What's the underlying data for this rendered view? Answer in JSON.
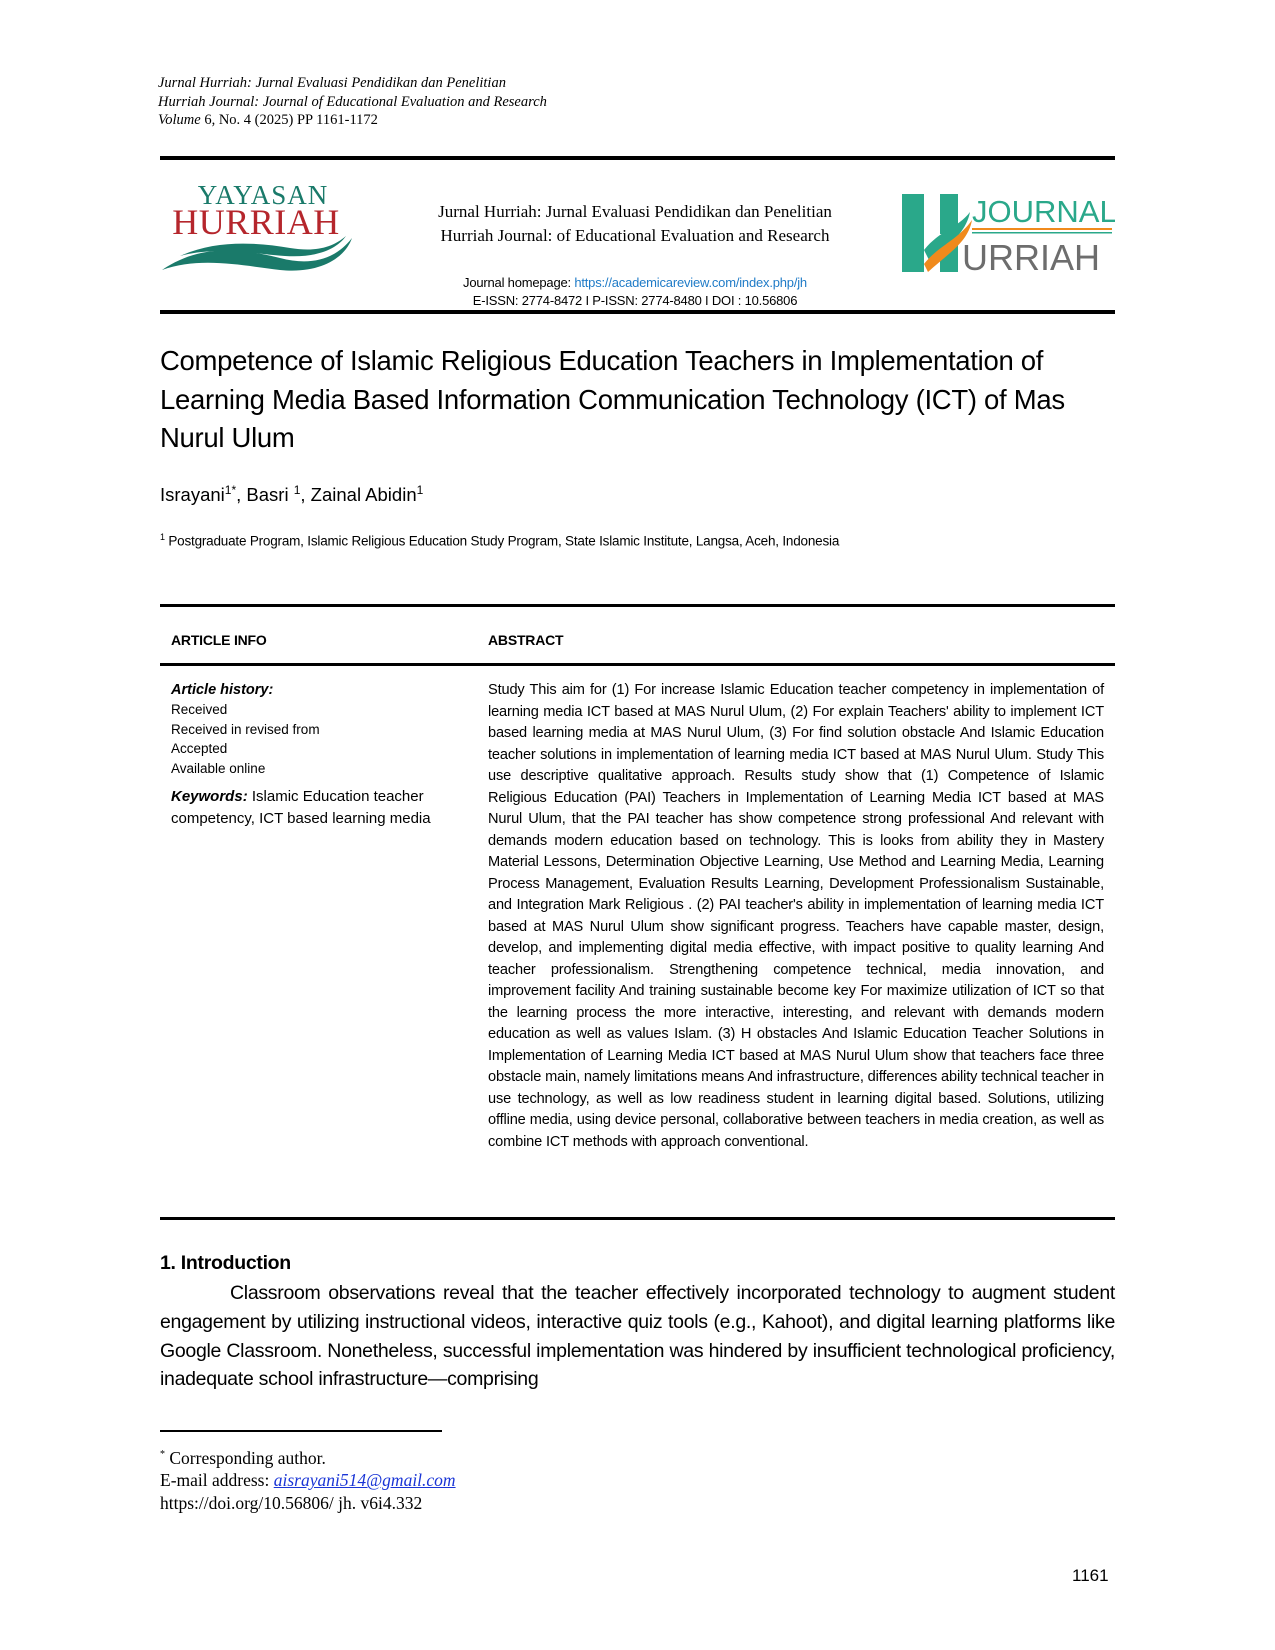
{
  "running_head": {
    "line1": "Jurnal Hurriah: Jurnal Evaluasi Pendidikan dan Penelitian",
    "line2": "Hurriah Journal: Journal of Educational Evaluation and Research",
    "line3_italic": "Volume",
    "line3_rest": " 6, No. 4 (2025) PP 1161-1172"
  },
  "masthead": {
    "left_logo": {
      "top": "YAYASAN",
      "bottom": "HURRIAH",
      "top_color": "#1a7a6a",
      "bottom_color": "#b5262c",
      "wave_color": "#1a7a6a"
    },
    "right_logo": {
      "top": "JOURNAL",
      "bottom": "URRIAH",
      "h_color": "#2aa88a",
      "accent_orange": "#f08a1c",
      "text_gray": "#6d6d6d"
    },
    "journal_name_id": "Jurnal Hurriah: Jurnal Evaluasi Pendidikan dan Penelitian",
    "journal_name_en": "Hurriah Journal: of Educational Evaluation and Research",
    "homepage_label": "Journal homepage: ",
    "homepage_url": "https://academicareview.com/index.php/jh",
    "issn_line": "E-ISSN: 2774-8472 I P-ISSN: 2774-8480 I DOI : 10.56806"
  },
  "article": {
    "title": "Competence of Islamic Religious Education Teachers in Implementation of Learning Media Based Information Communication Technology (ICT) of Mas Nurul Ulum",
    "authors": [
      {
        "name": "Israyani",
        "sup": "1*"
      },
      {
        "name": "Basri ",
        "sup": "1"
      },
      {
        "name": "Zainal Abidin",
        "sup": "1"
      }
    ],
    "affiliation_sup": "1",
    "affiliation": " Postgraduate Program,  Islamic Religious Education Study Program, State Islamic Institute, Langsa, Aceh, Indonesia"
  },
  "info": {
    "article_info_heading": "ARTICLE INFO",
    "abstract_heading": "ABSTRACT",
    "history_title": "Article history:",
    "history": [
      "Received",
      "Received in revised from",
      "Accepted",
      "Available online"
    ],
    "keywords_label": "Keywords:",
    "keywords": " Islamic Education teacher competency, ICT based learning media"
  },
  "abstract": "Study This aim for (1) For increase Islamic Education teacher competency in implementation of learning media ICT based at MAS Nurul Ulum, (2) For explain Teachers' ability to implement ICT based learning media at MAS Nurul Ulum, (3) For find solution obstacle And Islamic Education teacher solutions in implementation of learning media ICT based at MAS Nurul Ulum. Study This use descriptive qualitative approach. Results study show that (1) Competence of Islamic Religious Education (PAI) Teachers in Implementation of Learning Media ICT based at MAS Nurul Ulum, that the PAI teacher has show competence strong professional And relevant with demands modern education based on technology. This is looks from ability they in Mastery Material Lessons, Determination Objective Learning, Use Method and Learning Media, Learning Process Management, Evaluation Results Learning, Development Professionalism Sustainable, and Integration Mark Religious . (2) PAI teacher's ability in implementation of learning media ICT based at MAS Nurul Ulum show significant progress. Teachers have capable master, design, develop, and implementing digital media effective, with impact positive to quality learning And teacher professionalism. Strengthening competence technical, media innovation, and improvement facility And training sustainable become key For maximize utilization of ICT so that the learning process the more interactive, interesting, and relevant with demands modern education as well as values Islam. (3) H obstacles And Islamic Education Teacher Solutions in Implementation of Learning Media ICT based at MAS Nurul Ulum show that teachers face three obstacle main, namely limitations means And infrastructure, differences ability technical teacher in use technology, as well as low readiness student in learning digital based. Solutions, utilizing offline media, using device personal, collaborative between teachers in media creation, as well as combine ICT methods with approach conventional.",
  "introduction": {
    "heading": "1. Introduction",
    "body": "Classroom observations reveal that the teacher effectively incorporated technology to augment student engagement by utilizing instructional videos, interactive quiz tools (e.g., Kahoot), and digital learning platforms like Google Classroom. Nonetheless, successful implementation was hindered by insufficient technological proficiency, inadequate school infrastructure—comprising"
  },
  "footnotes": {
    "corresponding_sup": "*",
    "corresponding": " Corresponding author.",
    "email_label": "E-mail address: ",
    "email": "aisrayani514@gmail.com",
    "doi": "https://doi.org/10.56806/ jh. v6i4.332"
  },
  "page_number": "1161"
}
